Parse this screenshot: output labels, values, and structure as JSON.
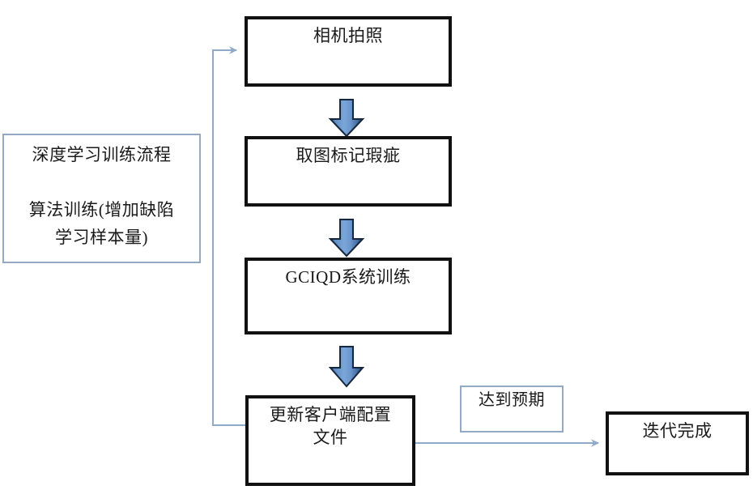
{
  "diagram": {
    "title_not_rendered": "",
    "colors": {
      "box_border": "#111111",
      "note_border": "#93a9c4",
      "arrow_fill_light": "#6f9bd1",
      "arrow_fill_dark": "#1f3c60",
      "connector_line": "#8fa9c8",
      "text": "#1a1a1a"
    },
    "nodes": {
      "note_left": {
        "label": "深度学习训练流程\n\n算法训练(增加缺陷\n学习样本量)",
        "style": "note"
      },
      "camera": {
        "label": "相机拍照",
        "style": "process"
      },
      "mark_defect": {
        "label": "取图标记瑕疵",
        "style": "process"
      },
      "gciqd": {
        "label": "GCIQD系统训练",
        "style": "process"
      },
      "update_client": {
        "label": "更新客户端配置\n文件",
        "style": "process"
      },
      "expected": {
        "label": "达到预期",
        "style": "note"
      },
      "done": {
        "label": "迭代完成",
        "style": "process"
      }
    },
    "edges": [
      {
        "name": "camera-to-mark",
        "from": "camera",
        "to": "mark_defect",
        "style": "block-arrow-down",
        "label": ""
      },
      {
        "name": "mark-to-gciqd",
        "from": "mark_defect",
        "to": "gciqd",
        "style": "block-arrow-down",
        "label": ""
      },
      {
        "name": "gciqd-to-update",
        "from": "gciqd",
        "to": "update_client",
        "style": "block-arrow-down",
        "label": ""
      },
      {
        "name": "update-to-done",
        "from": "update_client",
        "to": "done",
        "style": "thin-arrow-right",
        "label": "达到预期"
      },
      {
        "name": "update-feedback-to-camera",
        "from": "update_client",
        "to": "camera",
        "style": "thin-arrow-loop-left",
        "label": ""
      }
    ]
  }
}
